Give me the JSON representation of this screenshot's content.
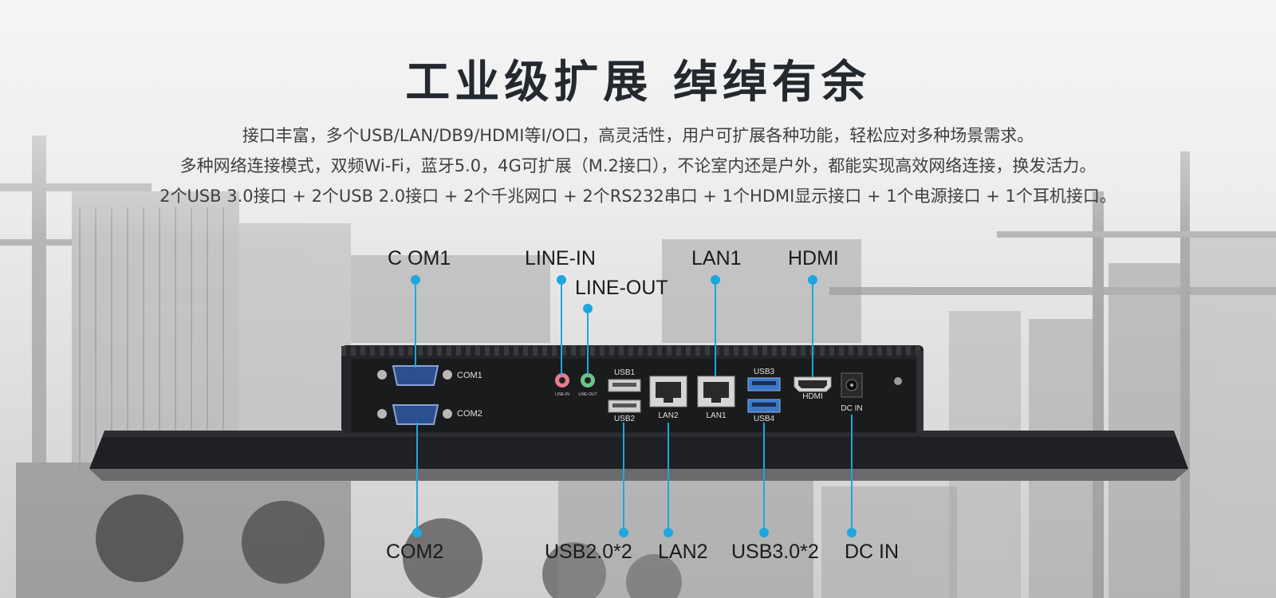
{
  "title": "工业级扩展 绰绰有余",
  "description": [
    "接口丰富，多个USB/LAN/DB9/HDMI等I/O口，高灵活性，用户可扩展各种功能，轻松应对多种场景需求。",
    "多种网络连接模式，双频Wi-Fi，蓝牙5.0，4G可扩展（M.2接口），不论室内还是户外，都能实现高效网络连接，换发活力。",
    "2个USB 3.0接口 + 2个USB 2.0接口 + 2个千兆网口 + 2个RS232串口 + 1个HDMI显示接口 + 1个电源接口 + 1个耳机接口。"
  ],
  "callouts": {
    "com1": "C OM1",
    "line_in": "LINE-IN",
    "line_out": "LINE-OUT",
    "lan1": "LAN1",
    "hdmi": "HDMI",
    "com2": "COM2",
    "usb2": "USB2.0*2",
    "lan2": "LAN2",
    "usb3": "USB3.0*2",
    "dc_in": "DC IN"
  },
  "panel_labels": {
    "com1": "COM1",
    "com2": "COM2",
    "line_in": "LINE-IN",
    "line_out": "LINE-OUT",
    "usb1": "USB1",
    "usb2": "USB2",
    "lan2": "LAN2",
    "lan1": "LAN1",
    "usb3": "USB3",
    "usb4": "USB4",
    "hdmi": "HDMI",
    "dc_in": "DC IN"
  },
  "colors": {
    "accent_line": "#1da7de",
    "title_text": "#23292f",
    "body_text": "#3f3f3f",
    "device_body": "#1e1f21",
    "db9_blue": "#2b4f8f",
    "usb3_blue": "#3a78c9",
    "line_in_pink": "#e37d8e",
    "line_out_green": "#6cc48a"
  }
}
